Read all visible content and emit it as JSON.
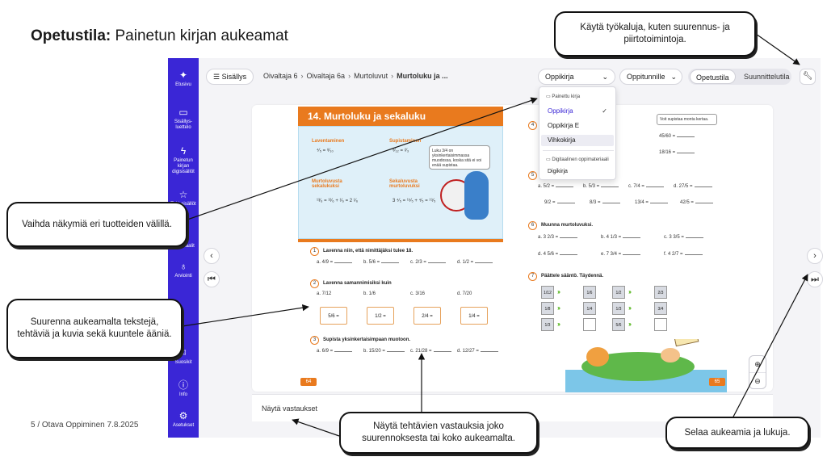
{
  "slide": {
    "title_bold": "Opetustila:",
    "title_rest": " Painetun kirjan aukeamat",
    "footer": "5  /  Otava Oppiminen 7.8.2025"
  },
  "sidebar": {
    "items": [
      {
        "label": "Etusivu",
        "icon": "sparkle-icon"
      },
      {
        "label": "Sisällys-luettelo",
        "icon": "book-icon"
      },
      {
        "label": "Painetun kirjan digisisällöt",
        "icon": "bolt-icon"
      },
      {
        "label": "Tuki-sisällöt",
        "icon": "star-icon"
      },
      {
        "label": "Materiaalit",
        "icon": "layers-icon"
      },
      {
        "label": "Arviointi",
        "icon": "award-icon"
      },
      {
        "label": "Suosikit",
        "icon": "bookmark-icon"
      },
      {
        "label": "Info",
        "icon": "info-icon"
      },
      {
        "label": "Asetukset",
        "icon": "gear-icon"
      }
    ]
  },
  "topbar": {
    "toc_label": "Sisällys",
    "breadcrumb": [
      "Oivaltaja 6",
      "Oivaltaja 6a",
      "Murtoluvut",
      "Murtoluku ja ..."
    ],
    "product_select": "Oppikirja",
    "students_select": "Oppitunnille",
    "mode_active": "Opetustila",
    "mode_inactive": "Suunnittelutila"
  },
  "dropdown": {
    "group1_header": "Painettu kirja",
    "options": [
      "Oppikirja",
      "Oppikirja E",
      "Vihkokirja"
    ],
    "selected_index": 0,
    "highlighted_index": 2,
    "group2_header": "Digitaalinen oppimateriaali",
    "group2_option": "Digikirja"
  },
  "book": {
    "chapter_title": "14. Murtoluku ja sekaluku",
    "sub_laventaminen": "Laventaminen",
    "sub_supistaminen": "Supistaminen",
    "sub_murto_seka": "Murtoluvusta sekalukuksi",
    "sub_seka_murto": "Sekaluvusta murtoluvuksi",
    "bubble_text": "Luku 3/4 on yksinkertaisimmassa muodossa, koska sitä ei voi enää supistaa.",
    "speech_mini": "Voit supistaa monta kertaa.",
    "ex1_title": "Lavenna niin, että nimittäjäksi tulee 18.",
    "ex2_title": "Lavenna samannimisiksi kuin",
    "ex3_title": "Supista yksinkertaisimpaan muotoon.",
    "ex6_title": "Muunna murtoluvuksi.",
    "ex7_title": "Päättele sääntö. Täydennä.",
    "ex1_items": [
      "a. 4/9 =",
      "b. 5/6 =",
      "c. 2/3 =",
      "d. 1/2 ="
    ],
    "ex2_items": [
      "a. 7/12",
      "b. 1/6",
      "c. 3/16",
      "d. 7/20"
    ],
    "ex2_cards": [
      "5/6 =",
      "1/2 =",
      "2/4 =",
      "1/4 ="
    ],
    "ex3_items": [
      "a. 6/9 =",
      "b. 15/20 =",
      "c. 21/28 =",
      "d. 12/27 ="
    ],
    "ex4_items": [
      "45/60 =",
      "18/16 ="
    ],
    "ex5_items": [
      "a. 5/2 =",
      "b. 5/3 =",
      "c. 7/4 =",
      "d. 27/5 =",
      "9/2 =",
      "8/3 =",
      "13/4 =",
      "42/5 ="
    ],
    "ex6_items": [
      "a. 3 2/3 =",
      "b. 4 1/3 =",
      "c. 3 3/5 =",
      "d. 4 5/6 =",
      "e. 7 3/4 =",
      "f. 4 2/7 ="
    ],
    "seq_left": [
      "1/12",
      "1/6",
      "1/8",
      "1/4",
      "1/3"
    ],
    "seq_right": [
      "1/2",
      "2/3",
      "1/3",
      "3/4",
      "5/6"
    ],
    "page_left": "64",
    "page_right": "65",
    "ex_numbers": [
      "1",
      "2",
      "3",
      "4",
      "5",
      "6",
      "7"
    ]
  },
  "bottom_bar": {
    "show_answers": "Näytä vastaukset"
  },
  "callouts": {
    "tools": "Käytä työkaluja, kuten suurennus- ja piirtotoimintoja.",
    "switch_views": "Vaihda näkymiä eri tuotteiden välillä.",
    "zoom": "Suurenna aukeamalta tekstejä, tehtäviä ja kuvia sekä kuuntele ääniä.",
    "answers": "Näytä tehtävien vastauksia joko suurennoksesta tai koko aukeamalta.",
    "browse": "Selaa aukeamia ja lukuja."
  }
}
